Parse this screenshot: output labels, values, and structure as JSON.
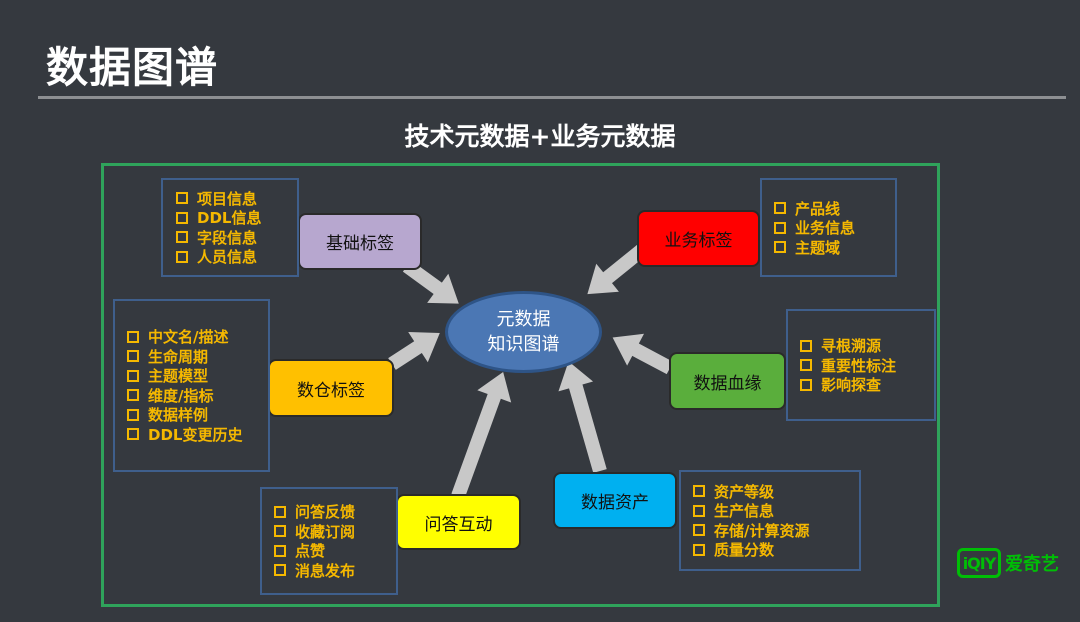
{
  "title": "数据图谱",
  "subtitle": "技术元数据+业务元数据",
  "center": {
    "line1": "元数据",
    "line2": "知识图谱"
  },
  "tags": {
    "basic": "基础标签",
    "business": "业务标签",
    "warehouse": "数仓标签",
    "lineage": "数据血缘",
    "qa": "问答互动",
    "asset": "数据资产"
  },
  "lists": {
    "basic": [
      "项目信息",
      "DDL信息",
      "字段信息",
      "人员信息"
    ],
    "business": [
      "产品线",
      "业务信息",
      "主题域"
    ],
    "warehouse": [
      "中文名/描述",
      "生命周期",
      "主题模型",
      "维度/指标",
      "数据样例",
      "DDL变更历史"
    ],
    "lineage": [
      "寻根溯源",
      "重要性标注",
      "影响探查"
    ],
    "qa": [
      "问答反馈",
      "收藏订阅",
      "点赞",
      "消息发布"
    ],
    "asset": [
      "资产等级",
      "生产信息",
      "存储/计算资源",
      "质量分数"
    ]
  },
  "colors": {
    "basic": "#b7a7cf",
    "business": "#ff0000",
    "warehouse": "#ffc000",
    "lineage": "#5aae3c",
    "qa": "#ffff00",
    "asset": "#00b0f0",
    "center": "#4b77b4",
    "bullet_text": "#f5b800",
    "frame": "#2fa35b"
  },
  "logo": {
    "mark": "iQIY",
    "text": "爱奇艺"
  }
}
